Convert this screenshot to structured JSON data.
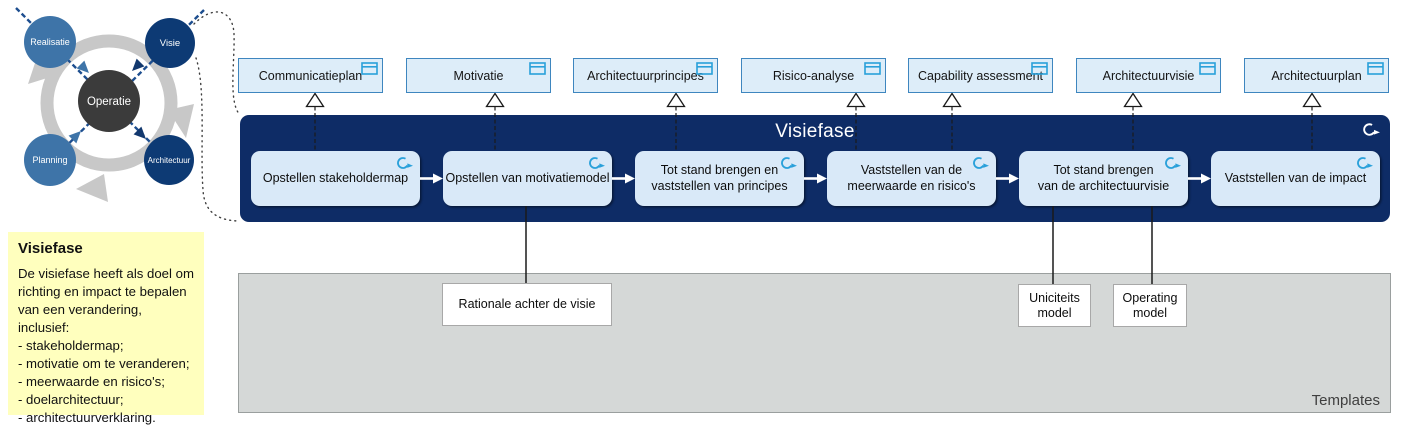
{
  "cluster": {
    "circles": [
      {
        "label": "Realisatie"
      },
      {
        "label": "Visie"
      },
      {
        "label": "Operatie"
      },
      {
        "label": "Planning"
      },
      {
        "label": "Architectuur"
      }
    ]
  },
  "note": {
    "title": "Visiefase",
    "body": "De visiefase heeft als doel om\nrichting en impact te bepalen\nvan een verandering, inclusief:\n- stakeholdermap;\n- motivatie om te veranderen;\n- meerwaarde en risico's;\n- doelarchitectuur;\n- architectuurverklaring."
  },
  "deliverables": [
    {
      "label": "Communicatieplan"
    },
    {
      "label": "Motivatie"
    },
    {
      "label": "Architectuurprincipes"
    },
    {
      "label": "Risico-analyse"
    },
    {
      "label": "Capability assessment"
    },
    {
      "label": "Architectuurvisie"
    },
    {
      "label": "Architectuurplan"
    }
  ],
  "process": {
    "title": "Visiefase",
    "steps": [
      {
        "label": "Opstellen stakeholdermap"
      },
      {
        "label": "Opstellen van motivatiemodel"
      },
      {
        "label": "Tot stand brengen en\nvaststellen van principes"
      },
      {
        "label": "Vaststellen van de\nmeerwaarde en risico's"
      },
      {
        "label": "Tot stand brengen\nvan de architectuurvisie"
      },
      {
        "label": "Vaststellen van de impact"
      }
    ]
  },
  "templates": {
    "label": "Templates",
    "items": [
      {
        "label": "Rationale achter de visie"
      },
      {
        "label": "Uniciteits\nmodel"
      },
      {
        "label": "Operating\nmodel"
      }
    ]
  },
  "colors": {
    "band_navy": "#0e2c66",
    "deliverable_fill": "#ddedf9",
    "deliverable_border": "#3e86bf",
    "step_fill": "#d9e9f8",
    "icon_blue": "#29a0da",
    "templates_gray": "#d5d8d7",
    "note_yellow": "#ffffbe",
    "circle_light_blue": "#3e74a8",
    "circle_navy": "#0d3a74",
    "circle_dark_gray": "#3b3b3b",
    "cycle_arrow_gray": "#c8c8c8"
  }
}
